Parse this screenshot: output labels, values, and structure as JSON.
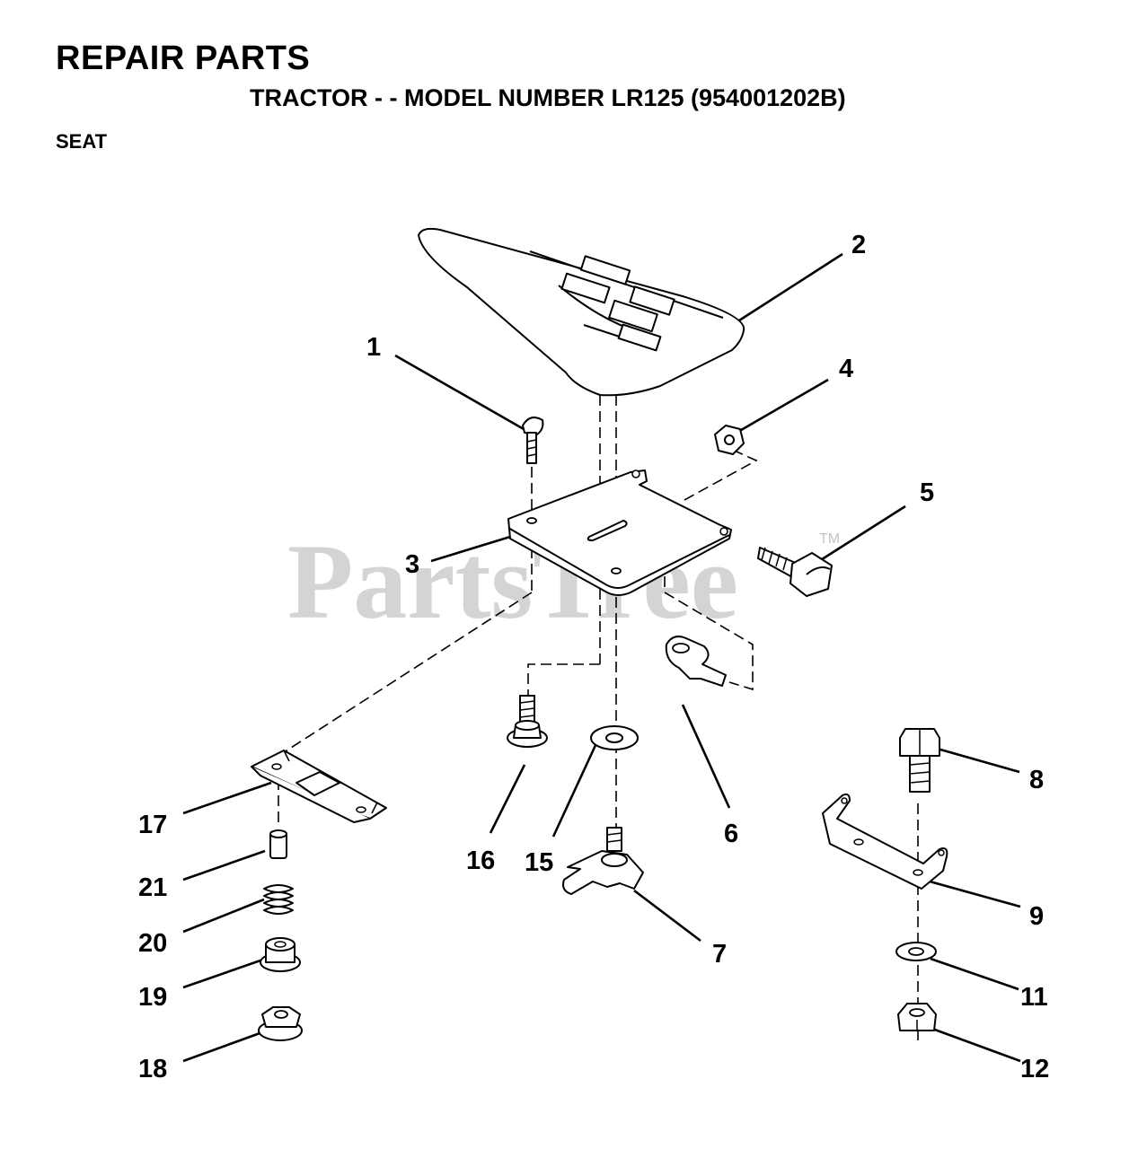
{
  "header": {
    "title": "REPAIR PARTS",
    "subtitle": "TRACTOR - - MODEL NUMBER LR125 (954001202B)",
    "section": "SEAT"
  },
  "watermark": {
    "text": "PartsTree",
    "tm": "TM"
  },
  "callouts": {
    "c1": "1",
    "c2": "2",
    "c3": "3",
    "c4": "4",
    "c5": "5",
    "c6": "6",
    "c7": "7",
    "c8": "8",
    "c9": "9",
    "c11": "11",
    "c12": "12",
    "c15": "15",
    "c16": "16",
    "c17": "17",
    "c18": "18",
    "c19": "19",
    "c20": "20",
    "c21": "21"
  }
}
